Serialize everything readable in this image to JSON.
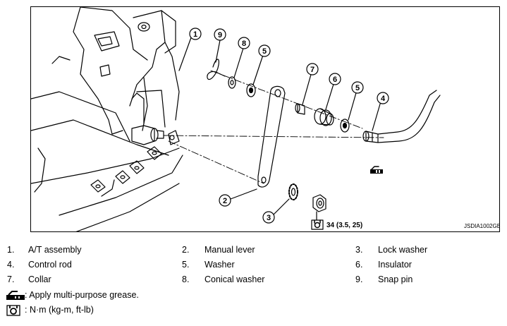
{
  "figure": {
    "id_code": "JSDIA1002GB",
    "torque": "34 (3.5, 25)",
    "callouts": [
      "1",
      "2",
      "3",
      "4",
      "5",
      "5",
      "6",
      "7",
      "8",
      "9"
    ]
  },
  "legend": {
    "items": [
      {
        "num": "1.",
        "name": "A/T assembly"
      },
      {
        "num": "2.",
        "name": "Manual lever"
      },
      {
        "num": "3.",
        "name": "Lock washer"
      },
      {
        "num": "4.",
        "name": "Control rod"
      },
      {
        "num": "5.",
        "name": "Washer"
      },
      {
        "num": "6.",
        "name": "Insulator"
      },
      {
        "num": "7.",
        "name": "Collar"
      },
      {
        "num": "8.",
        "name": "Conical washer"
      },
      {
        "num": "9.",
        "name": "Snap pin"
      }
    ],
    "symbols": [
      {
        "icon": "grease-icon",
        "text": ": Apply multi-purpose grease."
      },
      {
        "icon": "torque-wrench-icon",
        "text": ": N·m (kg-m, ft-lb)"
      }
    ]
  }
}
